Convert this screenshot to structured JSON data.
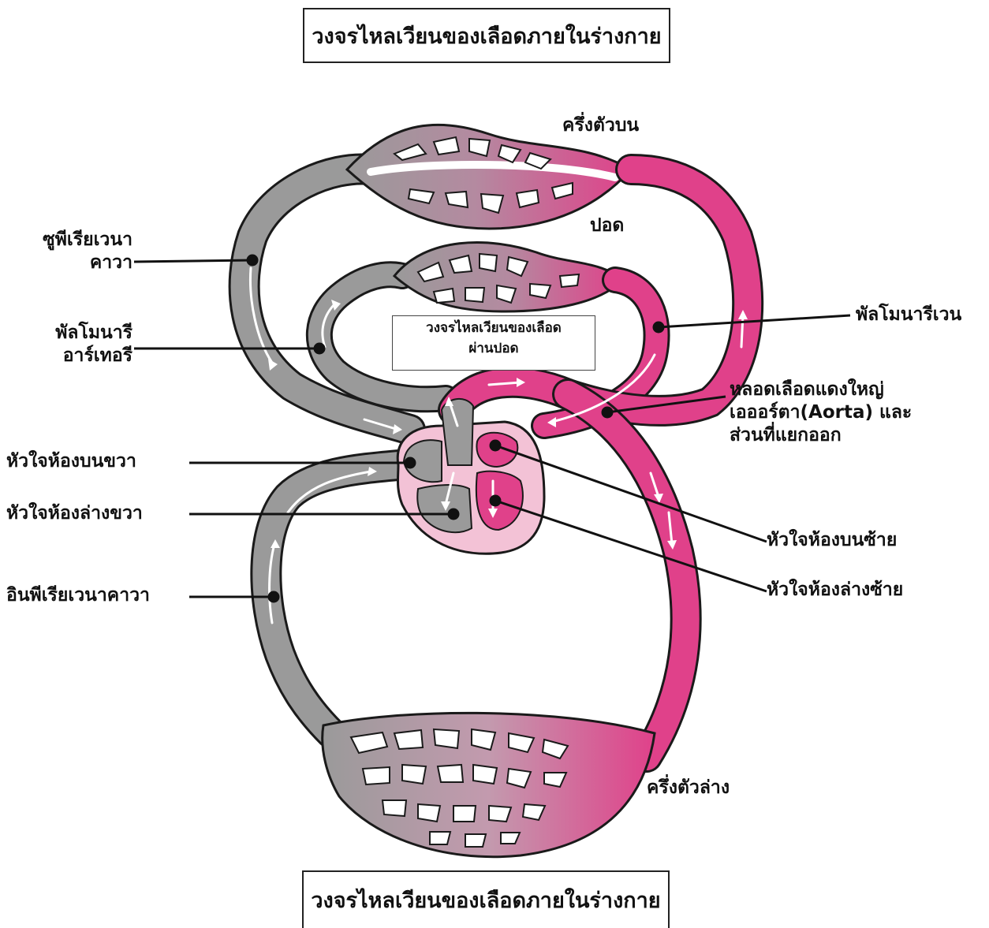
{
  "titles": {
    "top": "วงจรไหลเวียนของเลือดภายในร่างกาย",
    "bottom": "วงจรไหลเวียนของเลือดภายในร่างกาย",
    "pulmonary_line1": "วงจรไหลเวียนของเลือด",
    "pulmonary_line2": "ผ่านปอด"
  },
  "labels": {
    "upper_body": "ครึ่งตัวบน",
    "lungs": "ปอด",
    "lower_body": "ครึ่งตัวล่าง",
    "superior_vena_cava_1": "ซูพีเรียเวนา",
    "superior_vena_cava_2": "คาวา",
    "pulmonary_artery_1": "พัลโมนารี",
    "pulmonary_artery_2": "อาร์เทอรี",
    "right_atrium": "หัวใจห้องบนขวา",
    "right_ventricle": "หัวใจห้องล่างขวา",
    "inferior_vena_cava": "อินพีเรียเวนาคาวา",
    "pulmonary_vein": "พัลโมนารีเวน",
    "aorta_1": "หลอดเลือดแดงใหญ่",
    "aorta_2": "เอออร์ตา(Aorta) และ",
    "aorta_3": "ส่วนที่แยกออก",
    "left_atrium": "หัวใจห้องบนซ้าย",
    "left_ventricle": "หัวใจห้องล่างซ้าย"
  },
  "colors": {
    "deoxygenated": "#9a9a9a",
    "oxygenated": "#e0418a",
    "outline": "#1a1a1a",
    "heart_fill": "#f3c2d6"
  }
}
